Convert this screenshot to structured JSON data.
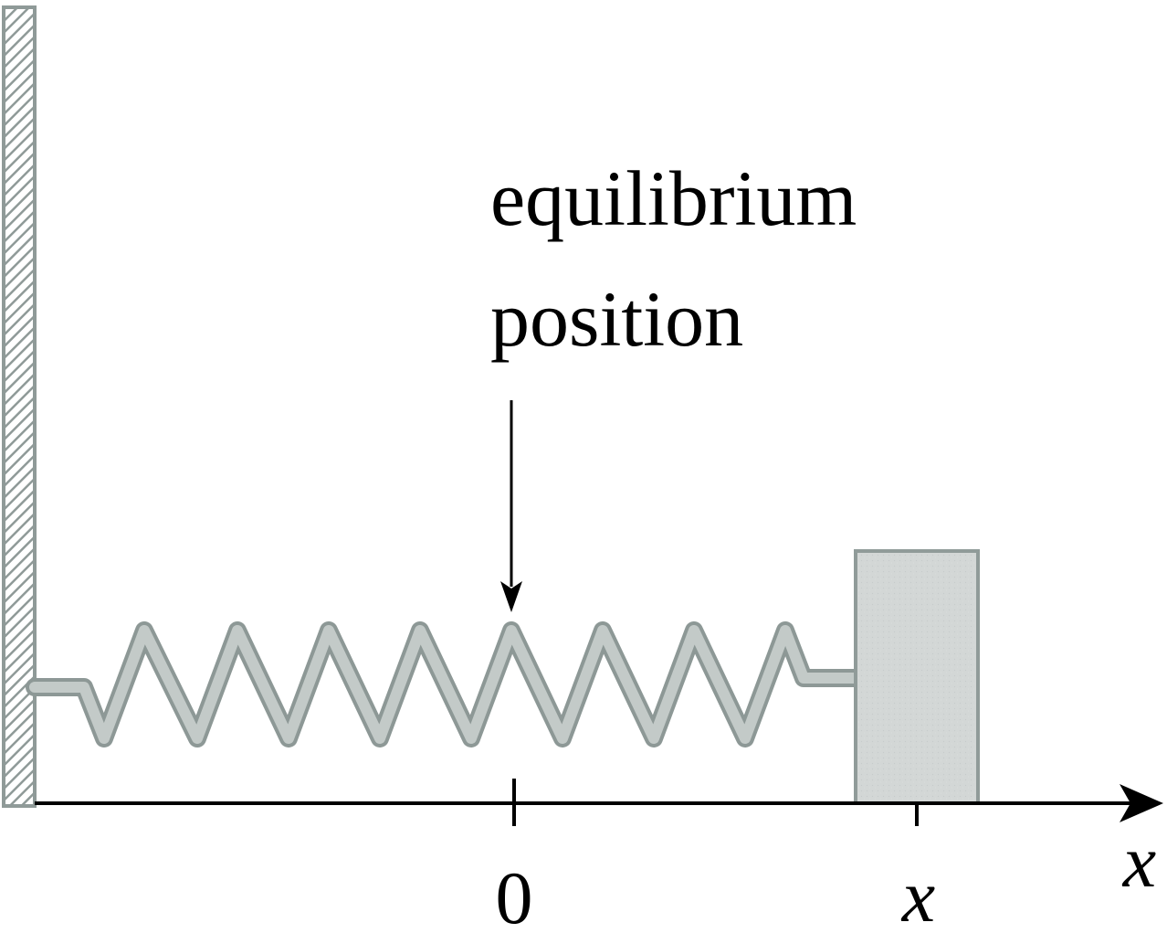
{
  "annotation": {
    "line1": "equilibrium",
    "line2": "position"
  },
  "axis": {
    "tick_zero_label": "0",
    "tick_x_label": "x",
    "axis_label": "x"
  },
  "colors": {
    "wall": "#8f9a98",
    "spring": "#c3cac8",
    "spring_shadow": "#8d9896",
    "mass_fill": "#d3d7d6",
    "mass_border": "#909b99",
    "axis": "#000000"
  },
  "icons": {
    "wall": "hatched-wall-icon",
    "mass": "block-mass-icon",
    "arrow": "down-arrow-icon"
  }
}
